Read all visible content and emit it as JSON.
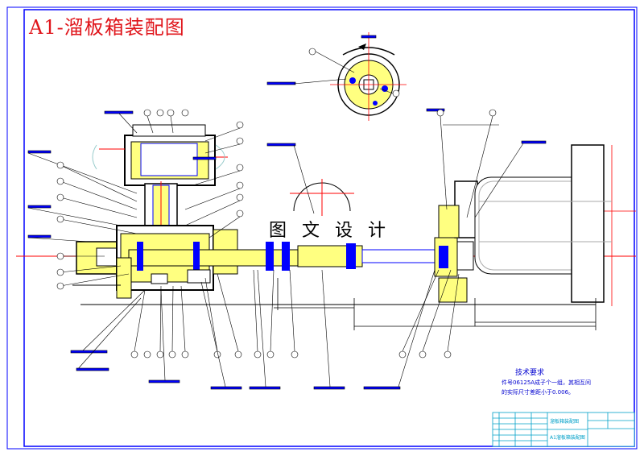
{
  "drawing": {
    "title": "A1-溜板箱装配图",
    "watermark": "图 文 设 计",
    "notes": {
      "heading": "技术要求",
      "line1": "件号06125A成子个一组，其相互间",
      "line2": "的实际尺寸差距小于0.006。"
    },
    "title_block": {
      "name": "溜板箱装配图",
      "sub": "A1溜板箱装配图"
    }
  },
  "colors": {
    "outline": "#0000ff",
    "centerline": "#ff0000",
    "part_fill": "#ffff80",
    "title_red": "#e0151b",
    "dimension": "#00a0c8",
    "watermark": "#000000"
  }
}
